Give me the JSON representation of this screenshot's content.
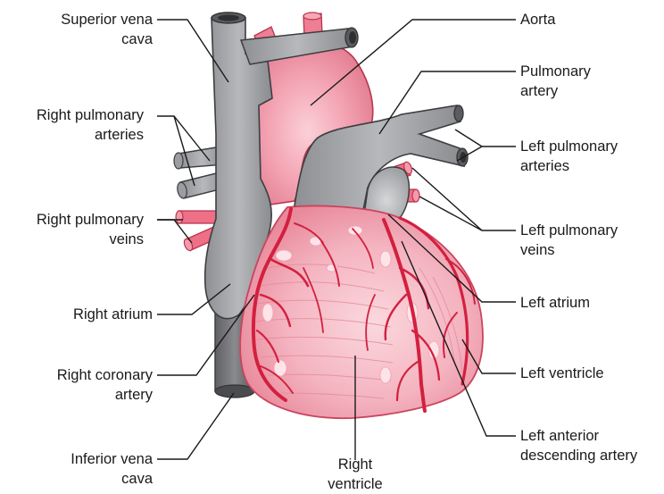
{
  "labels": {
    "superior_vena_cava": [
      "Superior vena",
      "cava"
    ],
    "aorta": [
      "Aorta"
    ],
    "pulmonary_artery": [
      "Pulmonary",
      "artery"
    ],
    "right_pulmonary_arteries": [
      "Right pulmonary",
      "arteries"
    ],
    "left_pulmonary_arteries": [
      "Left pulmonary",
      "arteries"
    ],
    "right_pulmonary_veins": [
      "Right pulmonary",
      "veins"
    ],
    "left_pulmonary_veins": [
      "Left pulmonary",
      "veins"
    ],
    "right_atrium": [
      "Right atrium"
    ],
    "left_atrium": [
      "Left atrium"
    ],
    "right_coronary_artery": [
      "Right coronary",
      "artery"
    ],
    "left_ventricle": [
      "Left ventricle"
    ],
    "inferior_vena_cava": [
      "Inferior vena",
      "cava"
    ],
    "right_ventricle": [
      "Right",
      "ventricle"
    ],
    "left_anterior_descending_artery": [
      "Left anterior",
      "descending artery"
    ]
  },
  "colors": {
    "vessel_gray": "#9a9b9e",
    "vessel_dark": "#58595b",
    "heart_pink": "#f2a7b4",
    "heart_light": "#fbd3d9",
    "artery_red": "#e0344d",
    "leader": "#1a1a1a"
  }
}
